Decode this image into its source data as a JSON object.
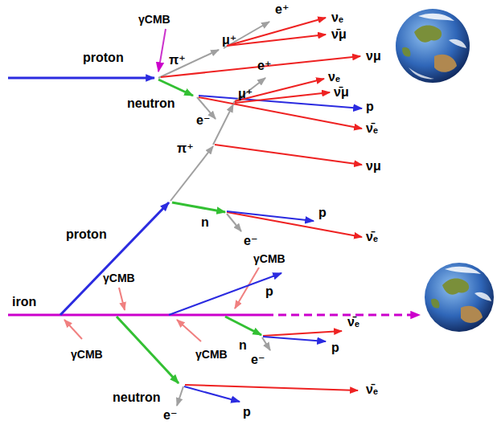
{
  "diagram": {
    "labels": [
      "γCMB",
      "e⁺",
      "νₑ",
      "ν̄μ",
      "proton",
      "π⁺",
      "μ⁺",
      "νμ",
      "p",
      "neutron",
      "e⁻",
      "ν̄ₑ",
      "e⁺",
      "νₑ",
      "ν̄μ",
      "μ⁺",
      "π⁺",
      "νμ",
      "p",
      "n",
      "ν̄ₑ",
      "e⁻",
      "proton",
      "γCMB",
      "p",
      "γCMB",
      "iron",
      "γCMB",
      "γCMB",
      "n",
      "ν̄ₑ",
      "p",
      "e⁻",
      "neutron",
      "ν̄ₑ",
      "e⁻",
      "p"
    ]
  }
}
